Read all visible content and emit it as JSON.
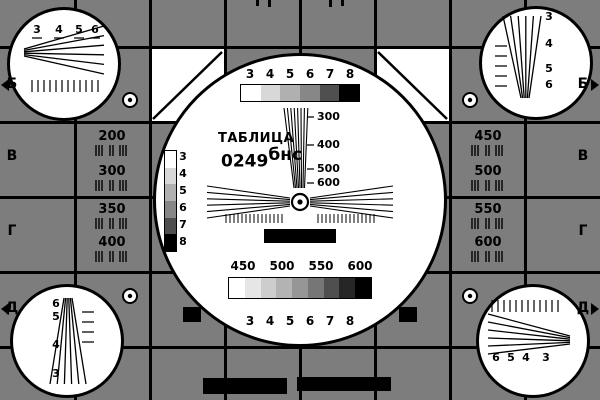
{
  "card": {
    "title": "ТАБЛИЦА",
    "code": "0249",
    "code_suffix": "бнс"
  },
  "center": {
    "step_digits": [
      "3",
      "4",
      "5",
      "6",
      "7",
      "8"
    ],
    "wedge_labels": [
      "300",
      "400",
      "500",
      "600"
    ],
    "frequency_labels": [
      "450",
      "500",
      "550",
      "600"
    ]
  },
  "sides": {
    "row_letters": [
      "Б",
      "В",
      "Г",
      "Д"
    ],
    "left_labels": [
      "200",
      "300",
      "350",
      "400"
    ],
    "right_labels": [
      "450",
      "500",
      "550",
      "600"
    ]
  },
  "corners": {
    "top_left_digits": [
      "3",
      "4",
      "5",
      "6"
    ],
    "top_right_digits": [
      "3",
      "4",
      "5",
      "6"
    ],
    "bottom_left_digits": [
      "6",
      "5",
      "4",
      "3"
    ],
    "bottom_right_digits": [
      "6",
      "5",
      "4",
      "3"
    ]
  },
  "colors": {
    "background": "#7d7d7d",
    "ink": "#000000",
    "panel": "#ffffff",
    "grayscale6": [
      "#ffffff",
      "#d8d8d8",
      "#b0b0b0",
      "#878787",
      "#4f4f4f",
      "#000000"
    ],
    "grayscale9": [
      "#ffffff",
      "#e6e6e6",
      "#cdcdcd",
      "#b3b3b3",
      "#969696",
      "#767676",
      "#4f4f4f",
      "#262626",
      "#000000"
    ]
  }
}
